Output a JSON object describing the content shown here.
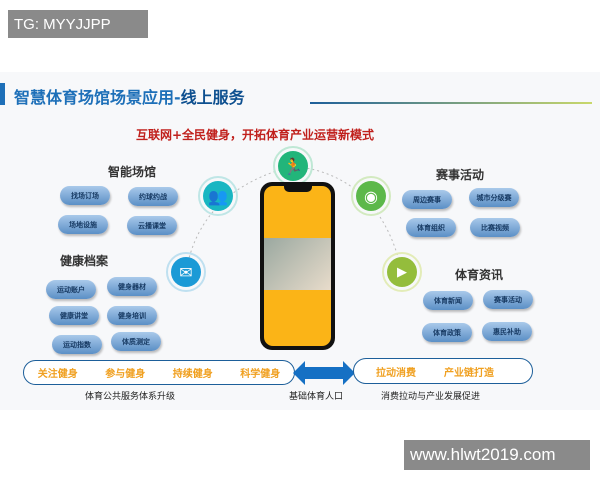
{
  "watermarks": {
    "top": "TG: MYYJJPP",
    "bottom": "www.hlwt2019.com"
  },
  "header": {
    "title_main": "智慧体育场馆场景应用-",
    "title_bold": "线上服务"
  },
  "slogan": "互联网+全民健身，开拓体育产业运营新模式",
  "left": {
    "venue": {
      "title": "智能场馆",
      "items": [
        "找场订场",
        "约球约战",
        "场地设施",
        "云播课堂"
      ]
    },
    "health": {
      "title": "健康档案",
      "items": [
        "运动账户",
        "健身器材",
        "健康讲堂",
        "健身培训",
        "运动指数",
        "体质测定"
      ]
    }
  },
  "right": {
    "events": {
      "title": "赛事活动",
      "items": [
        "周边赛事",
        "城市分级赛",
        "体育组织",
        "比赛视频"
      ]
    },
    "news": {
      "title": "体育资讯",
      "items": [
        "体育新闻",
        "赛事活动",
        "体育政策",
        "惠民补助"
      ]
    }
  },
  "icons": [
    "user-group-icon",
    "mail-icon",
    "runner-icon",
    "camera-icon",
    "play-icon"
  ],
  "bottom": {
    "left_items": [
      "关注健身",
      "参与健身",
      "持续健身",
      "科学健身"
    ],
    "left_caption": "体育公共服务体系升级",
    "center_caption": "基础体育人口",
    "right_items": [
      "拉动消费",
      "产业链打造"
    ],
    "right_caption": "消费拉动与产业发展促进"
  },
  "colors": {
    "accent": "#1d6fb8",
    "slogan": "#c0201c",
    "highlight": "#f0a020",
    "phone_screen": "#fbb417"
  }
}
